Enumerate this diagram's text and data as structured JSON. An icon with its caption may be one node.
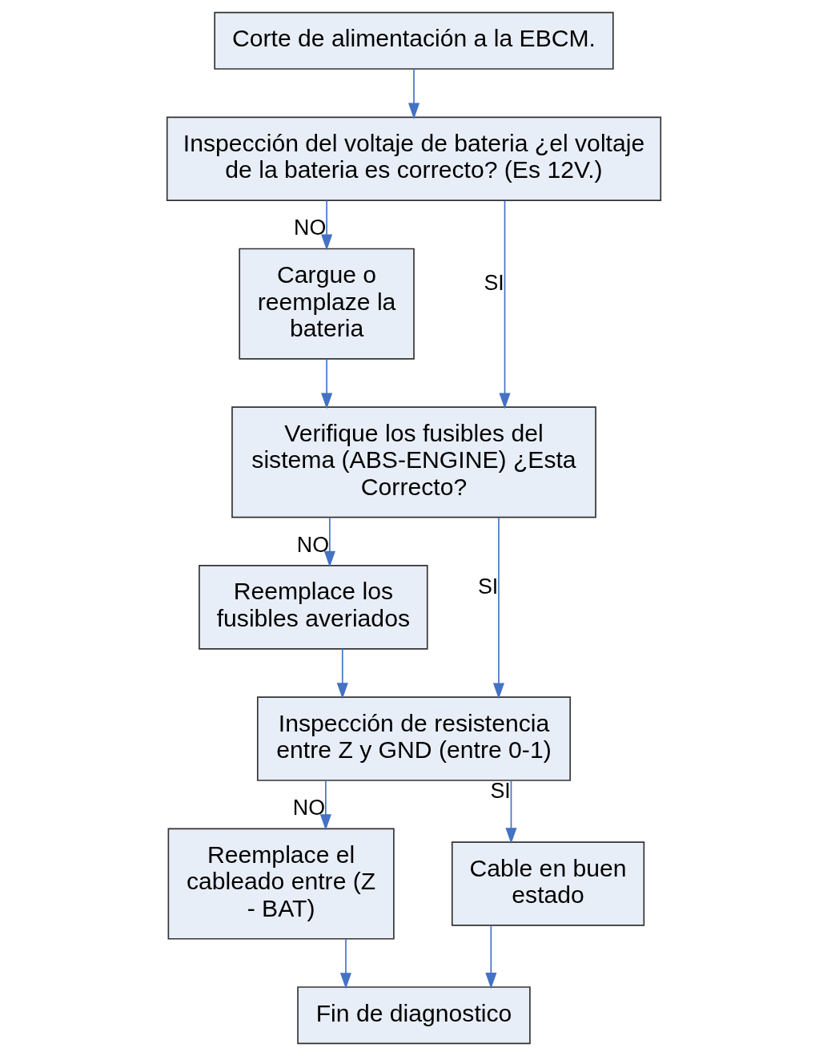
{
  "diagram": {
    "nodes": [
      {
        "text": [
          "Corte de alimentación a la EBCM."
        ]
      },
      {
        "text": [
          "Inspección del voltaje de bateria ¿el voltaje de la bateria es correcto? (Es 12V.)"
        ]
      },
      {
        "text": [
          "Cargue o reemplaze la bateria"
        ]
      },
      {
        "text": [
          "Verifique los fusibles del sistema (ABS-ENGINE) ¿Esta Correcto?"
        ]
      },
      {
        "text": [
          "Reemplace los fusibles averiados"
        ]
      },
      {
        "text": [
          "Inspección de resistencia entre Z y GND (entre 0-1)"
        ]
      },
      {
        "text": [
          "Reemplace el cableado entre (Z - BAT)"
        ]
      },
      {
        "text": [
          "Cable en buen estado"
        ]
      },
      {
        "text": [
          "Fin de diagnostico"
        ]
      }
    ],
    "edges": [
      {
        "from": 0,
        "to": 1,
        "arrow": "to"
      },
      {
        "from": 1,
        "to": 3,
        "arrow": "to",
        "label": "SI"
      },
      {
        "from": 1,
        "to": 2,
        "arrow": "to",
        "label": "NO"
      },
      {
        "from": 2,
        "to": 3,
        "arrow": "to"
      },
      {
        "from": 3,
        "to": 5,
        "arrow": "to",
        "label": "SI"
      },
      {
        "from": 3,
        "to": 4,
        "arrow": "to",
        "label": "NO"
      },
      {
        "from": 4,
        "to": 5,
        "arrow": "to"
      },
      {
        "from": 5,
        "to": 6,
        "arrow": "to",
        "label": "NO"
      },
      {
        "from": 5,
        "to": 7,
        "arrow": "to",
        "label": "SI"
      },
      {
        "from": 7,
        "to": 8,
        "arrow": "to"
      },
      {
        "from": 6,
        "to": 8,
        "arrow": "to"
      }
    ]
  }
}
